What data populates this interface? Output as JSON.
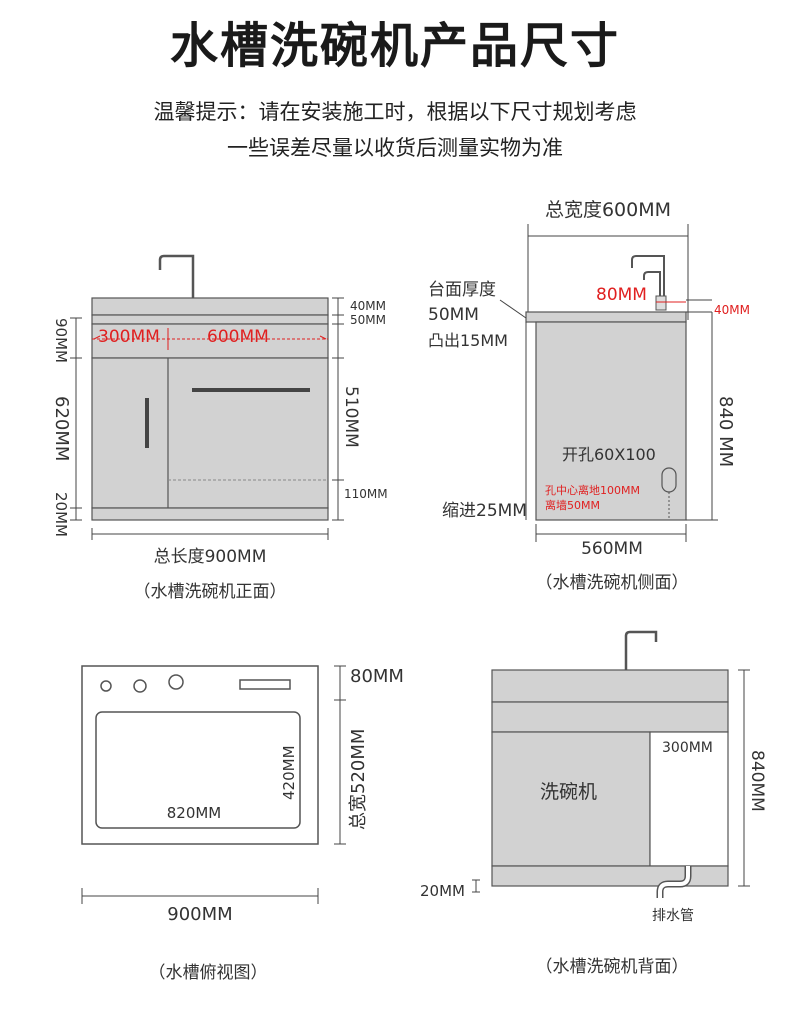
{
  "header": {
    "title": "水槽洗碗机产品尺寸",
    "tip_line1": "温馨提示：请在安装施工时，根据以下尺寸规划考虑",
    "tip_line2": "一些误差尽量以收货后测量实物为准"
  },
  "front_view": {
    "caption": "（水槽洗碗机正面）",
    "total_length": "总长度900MM",
    "dim_300": "300MM",
    "dim_600": "600MM",
    "right_40": "40MM",
    "right_50": "50MM",
    "right_510": "510MM",
    "right_110": "110MM",
    "left_90": "90MM",
    "left_620": "620MM",
    "left_20": "20MM"
  },
  "side_view": {
    "caption": "（水槽洗碗机侧面）",
    "total_width": "总宽度600MM",
    "counter_thickness": "台面厚度",
    "counter_50": "50MM",
    "protrude": "凸出15MM",
    "dim_80": "80MM",
    "dim_40": "40MM",
    "height_840": "840 MM",
    "hole": "开孔60X100",
    "hole_center_1": "孔中心离地100MM",
    "hole_center_2": "离墙50MM",
    "indent": "缩进25MM",
    "depth_560": "560MM"
  },
  "top_view": {
    "caption": "（水槽俯视图）",
    "dim_80": "80MM",
    "total_width_520": "总宽520MM",
    "dim_420": "420MM",
    "dim_820": "820MM",
    "dim_900": "900MM"
  },
  "back_view": {
    "caption": "（水槽洗碗机背面）",
    "dishwasher": "洗碗机",
    "dim_300": "300MM",
    "height_840": "840MM",
    "dim_20": "20MM",
    "drain_pipe": "排水管"
  },
  "colors": {
    "cabinet_fill": "#d2d2d2",
    "outline": "#555555",
    "highlight_red": "#e02020",
    "dim_line": "#444444"
  }
}
